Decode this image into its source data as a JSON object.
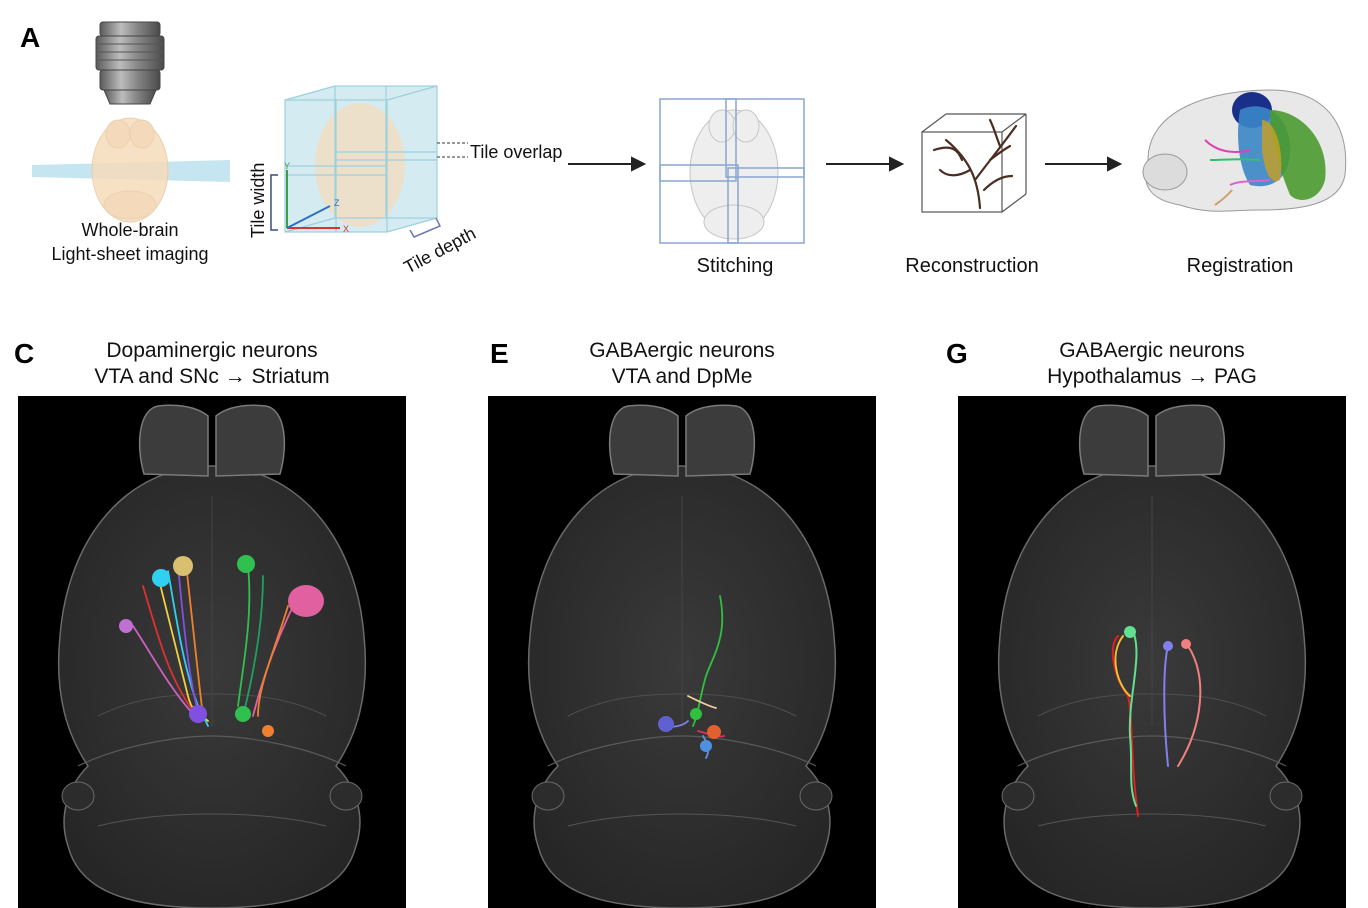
{
  "panel_a": {
    "letter": "A",
    "imaging_line1": "Whole-brain",
    "imaging_line2": "Light-sheet imaging",
    "tile_overlap": "Tile overlap",
    "tile_width": "Tile width",
    "tile_depth": "Tile depth",
    "axis_x": "X",
    "axis_y": "Y",
    "axis_z": "Z",
    "step_stitching": "Stitching",
    "step_reconstruction": "Reconstruction",
    "step_registration": "Registration"
  },
  "panel_c": {
    "letter": "C",
    "title_line1": "Dopaminergic neurons",
    "title_line2": "VTA and SNc → Striatum"
  },
  "panel_e": {
    "letter": "E",
    "title_line1": "GABAergic neurons",
    "title_line2": "VTA and DpMe"
  },
  "panel_g": {
    "letter": "G",
    "title_line1": "GABAergic neurons",
    "title_line2": "Hypothalamus → PAG"
  }
}
